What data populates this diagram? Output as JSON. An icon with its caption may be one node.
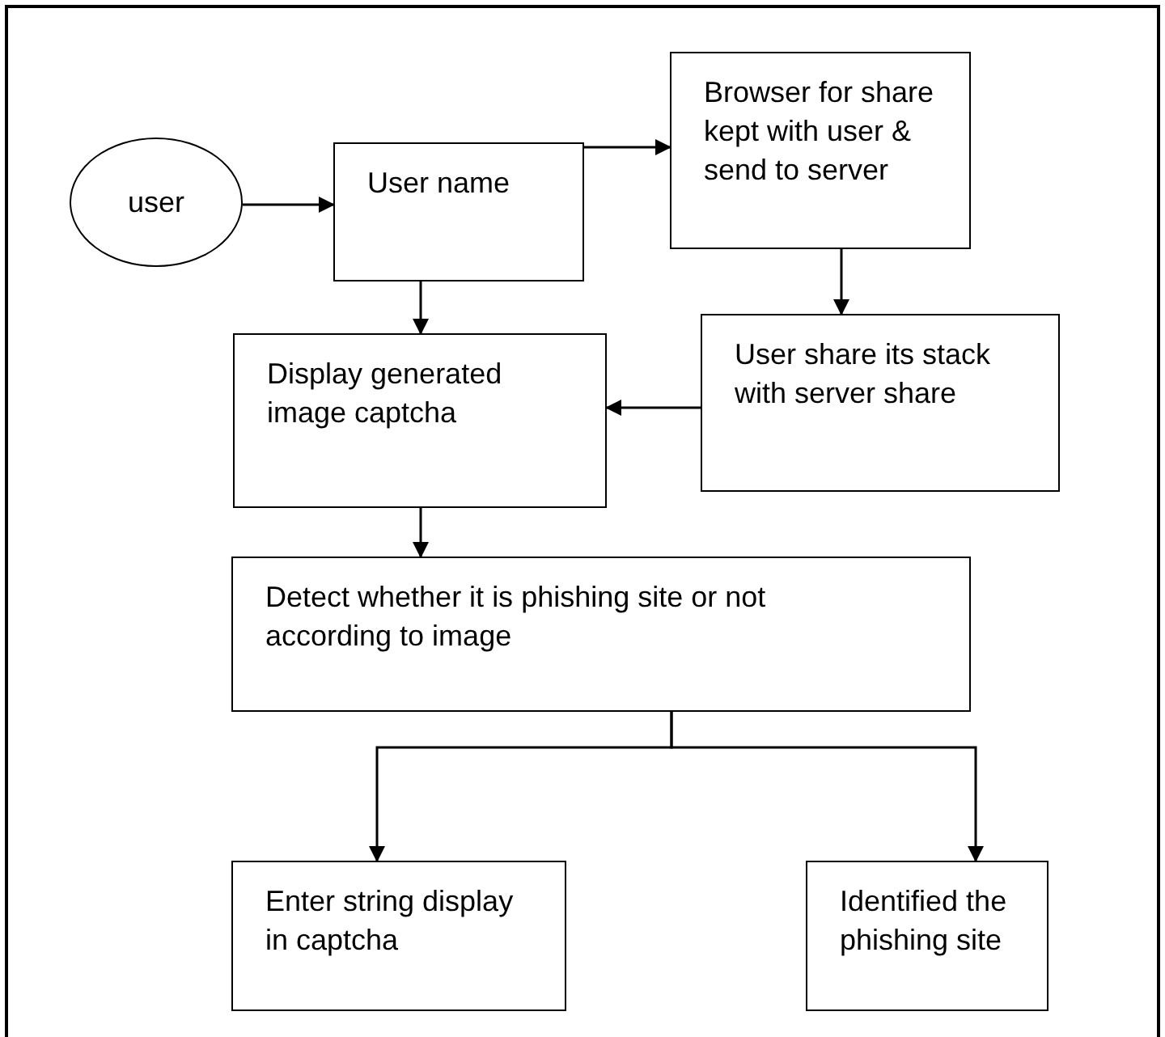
{
  "diagram": {
    "nodes": [
      {
        "text": [
          "user"
        ]
      },
      {
        "text": [
          "User name"
        ]
      },
      {
        "text": [
          "Browser for share kept with user & send to server"
        ]
      },
      {
        "text": [
          "Display generated image captcha"
        ]
      },
      {
        "text": [
          "User share its stack with server share"
        ]
      },
      {
        "text": [
          "Detect whether it is phishing site or not according to image"
        ]
      },
      {
        "text": [
          "Enter string display in captcha"
        ]
      },
      {
        "text": [
          "Identified the phishing site"
        ]
      }
    ],
    "edges": [
      {
        "from": 0,
        "to": 1,
        "arrow": "to"
      },
      {
        "from": 1,
        "to": 2,
        "arrow": "to"
      },
      {
        "from": 1,
        "to": 3,
        "arrow": "to"
      },
      {
        "from": 2,
        "to": 4,
        "arrow": "to"
      },
      {
        "from": 4,
        "to": 3,
        "arrow": "to"
      },
      {
        "from": 3,
        "to": 5,
        "arrow": "to"
      },
      {
        "from": 5,
        "to": 6,
        "arrow": "to"
      },
      {
        "from": 5,
        "to": 7,
        "arrow": "to"
      }
    ]
  }
}
